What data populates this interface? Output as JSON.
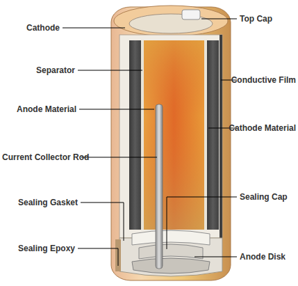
{
  "diagram": {
    "labels": [
      "Cathode",
      "Separator",
      "Anode Material",
      "Current Collector Rod",
      "Sealing Gasket",
      "Sealing Epoxy",
      "Top Cap",
      "Conductive Film",
      "Cathode Material",
      "Sealing Cap",
      "Anode Disk"
    ]
  }
}
